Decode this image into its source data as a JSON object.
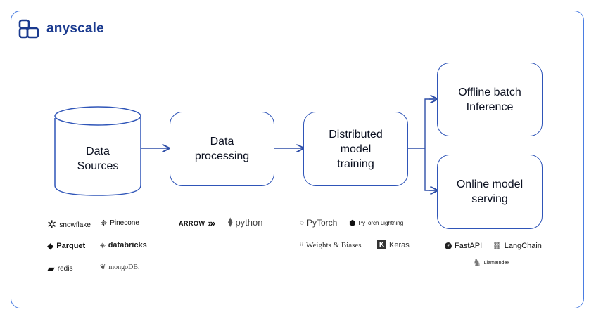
{
  "brand": {
    "name": "anyscale"
  },
  "nodes": {
    "data_sources": "Data\nSources",
    "data_processing": "Data\nprocessing",
    "distributed_training": "Distributed\nmodel\ntraining",
    "offline_inference": "Offline batch\nInference",
    "online_serving": "Online model\nserving"
  },
  "logos": {
    "sources": [
      "snowflake",
      "Pinecone",
      "Parquet",
      "databricks",
      "redis",
      "mongoDB."
    ],
    "processing": [
      "ARROW",
      "python"
    ],
    "training": [
      "PyTorch",
      "PyTorch Lightning",
      "Weights & Biases",
      "Keras"
    ],
    "serving": [
      "FastAPI",
      "LangChain",
      "LlamaIndex"
    ]
  },
  "colors": {
    "frame": "#4a7de2",
    "node_border": "#2f55b8",
    "arrow": "#2f4fa8",
    "brand": "#1a3a8f"
  },
  "icons": [
    "anyscale-logo-icon",
    "snowflake-icon",
    "pinecone-icon",
    "parquet-icon",
    "databricks-icon",
    "redis-icon",
    "mongodb-leaf-icon",
    "arrow-chevrons-icon",
    "python-icon",
    "pytorch-icon",
    "lightning-icon",
    "wandb-icon",
    "keras-icon",
    "fastapi-icon",
    "langchain-icon",
    "llamaindex-icon"
  ]
}
